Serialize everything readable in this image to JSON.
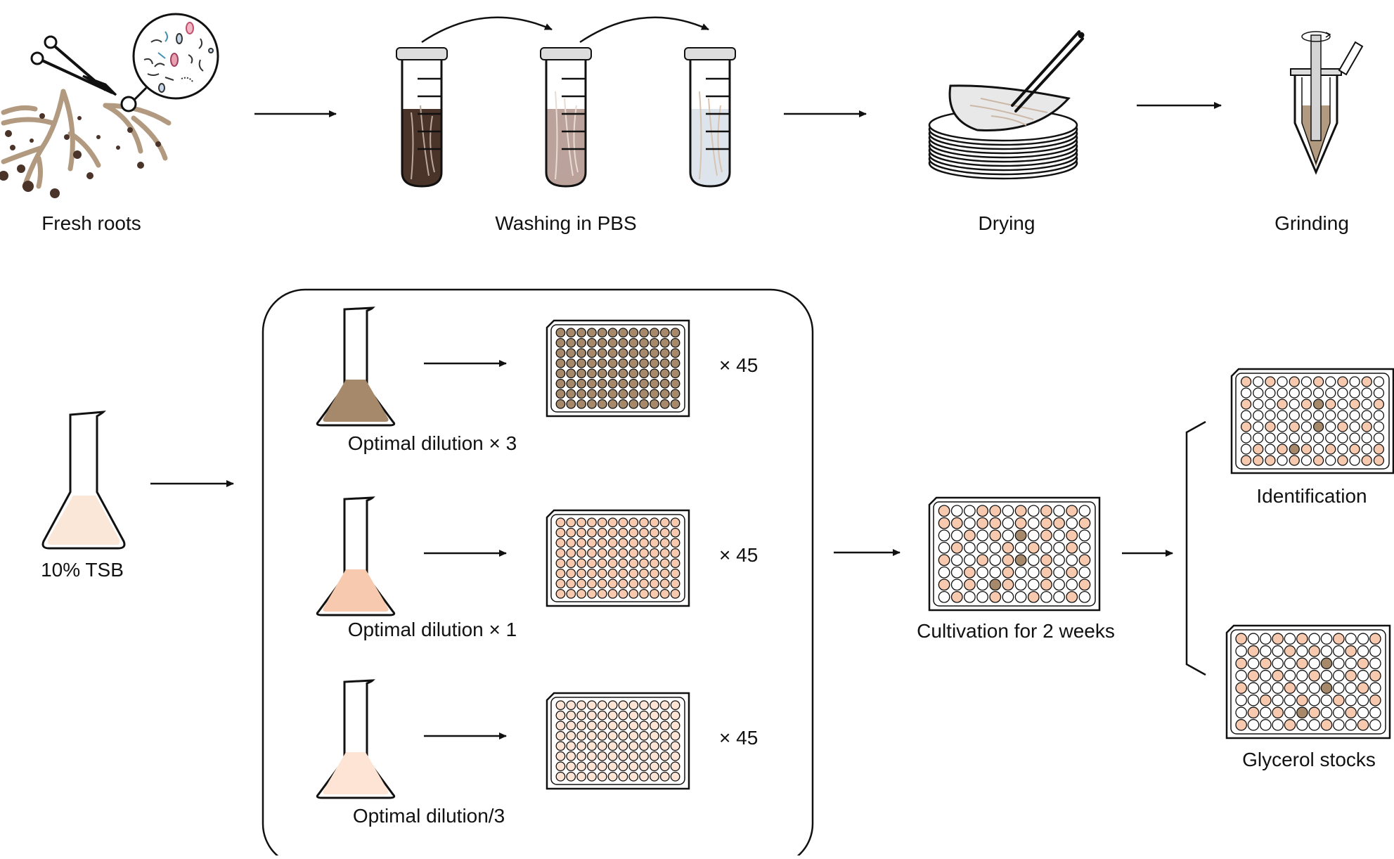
{
  "top_row": {
    "fresh_roots": "Fresh roots",
    "washing": "Washing in PBS",
    "drying": "Drying",
    "grinding": "Grinding"
  },
  "bottom_row": {
    "medium": "10% TSB",
    "dilutions": [
      {
        "label": "Optimal dilution × 3",
        "multiplier": "× 45"
      },
      {
        "label": "Optimal dilution × 1",
        "multiplier": "× 45"
      },
      {
        "label": "Optimal dilution/3",
        "multiplier": "× 45"
      }
    ],
    "cultivation": "Cultivation for 2 weeks",
    "identification": "Identification",
    "glycerol": "Glycerol stocks"
  },
  "colors": {
    "soil_dark": "#4a3328",
    "root": "#b29a80",
    "wash_mid": "#bba39c",
    "wash_light": "#dde4ec",
    "well_dense": "#a6896b",
    "well_mid": "#f7c9ae",
    "well_light": "#fde4d4",
    "medium": "#fbe7d7",
    "positive_light": "#f7c9ae",
    "positive_dark": "#a6896b"
  }
}
